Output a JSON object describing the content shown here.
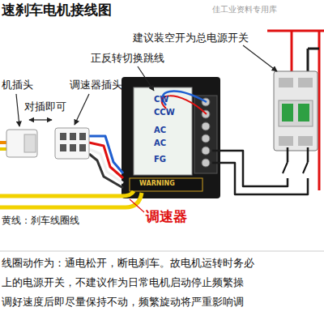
{
  "diagram": {
    "title": "速刹车电机接线图",
    "nodes": [
      {
        "text": [
          "CW",
          "CCW",
          "AC",
          "AC",
          "FG",
          "WARNING"
        ]
      }
    ],
    "labels": [
      "建议装空开为总电源开关",
      "正反转切换跳线",
      "机插头",
      "调速器插头",
      "对插即可",
      "调速器",
      "黄线：刹车线圈线",
      "线圈动作为：通电松开，断电刹车。故电机运转时务必",
      "上的电源开关，不建议作为日常电机启动停止频繁操",
      "调好速度后即尽量保持不动，频繁旋动将严重影响调",
      "佳工业资料专用库"
    ]
  }
}
